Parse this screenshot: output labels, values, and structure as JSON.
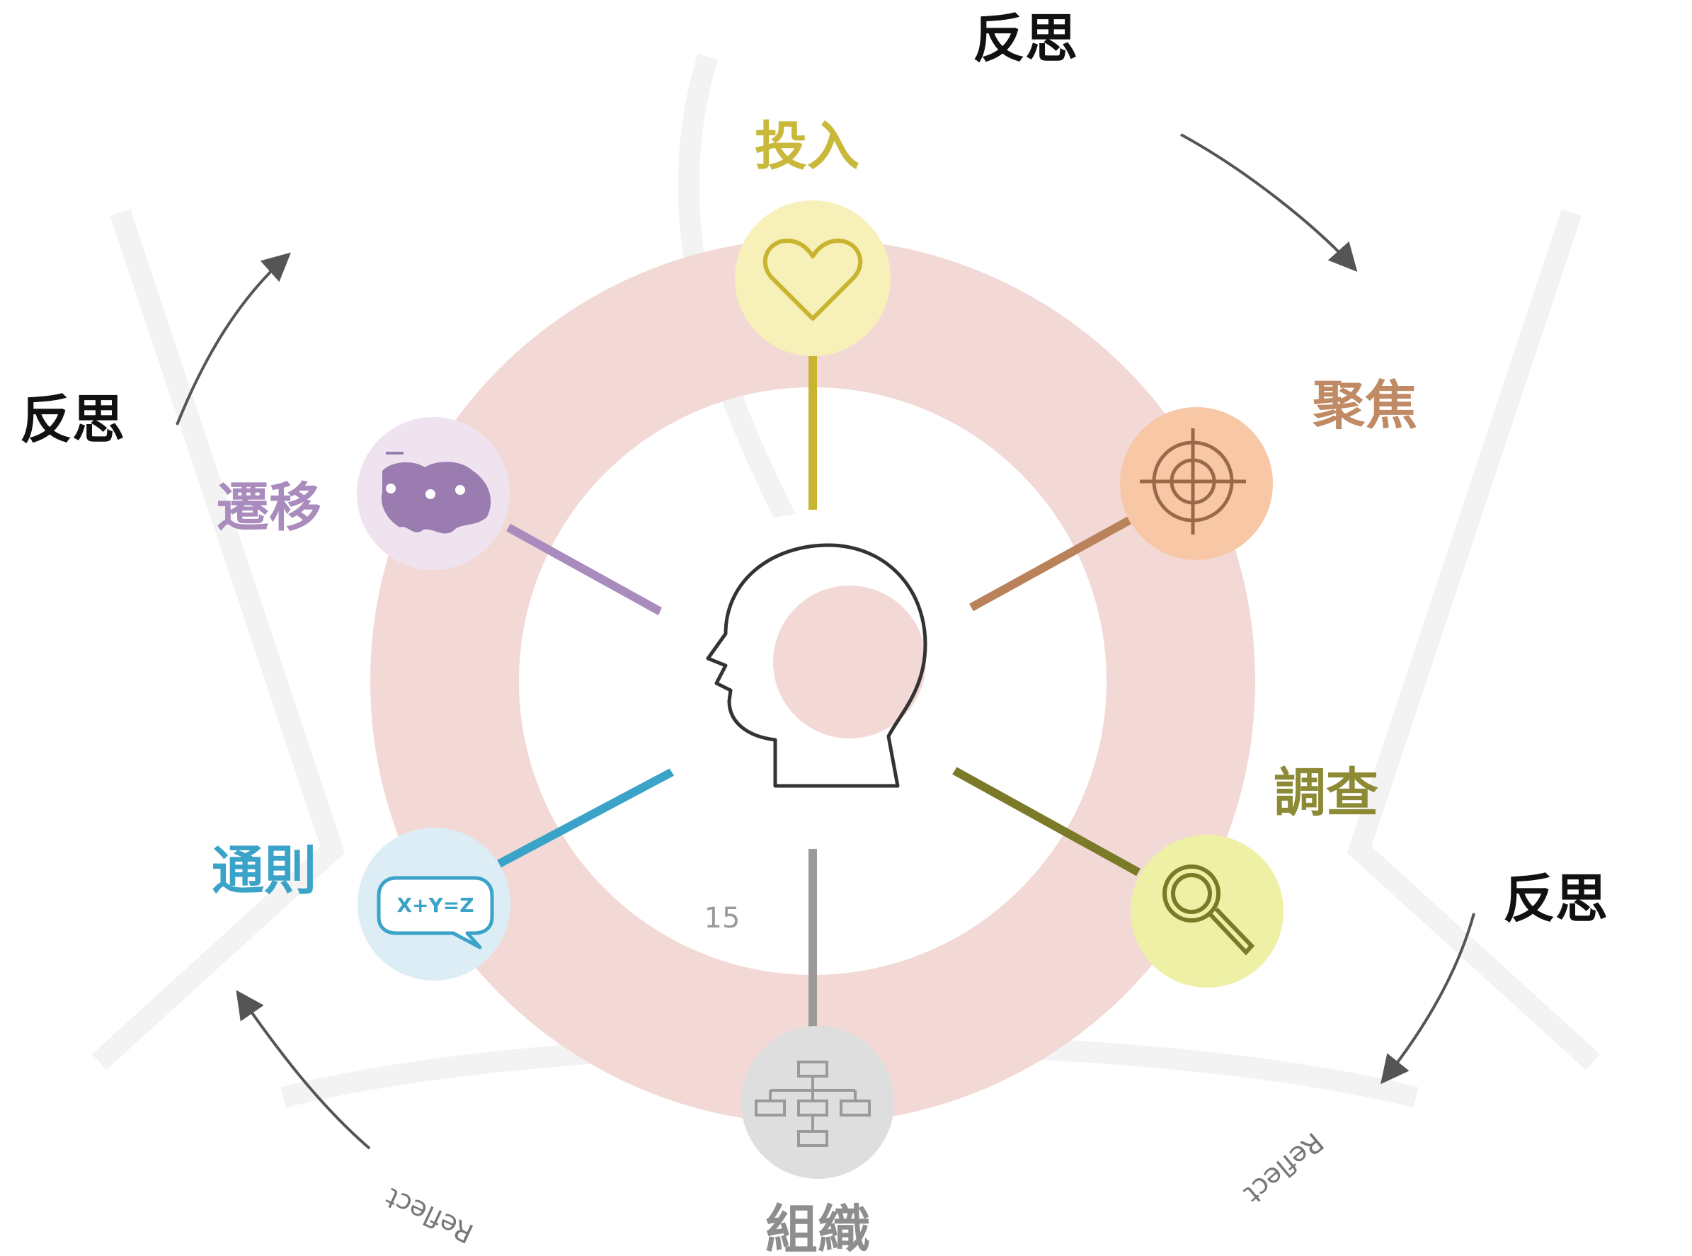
{
  "center": {
    "icon": "head-icon",
    "ring_color": "#f2d9d6"
  },
  "nodes": [
    {
      "id": "engage",
      "label": "投入",
      "icon": "heart-icon",
      "color": "#c9b83a",
      "fill": "#f7f0b8",
      "stroke": "#c8b42e"
    },
    {
      "id": "focus",
      "label": "聚焦",
      "icon": "target-icon",
      "color": "#c08a64",
      "fill": "#f7c7a6",
      "stroke": "#b9825a"
    },
    {
      "id": "investigate",
      "label": "調查",
      "icon": "magnifier-icon",
      "color": "#8c8a34",
      "fill": "#eef0a6",
      "stroke": "#8a8730"
    },
    {
      "id": "organize",
      "label": "組織",
      "icon": "org-chart-icon",
      "color": "#8e8e8e",
      "fill": "#dedede",
      "stroke": "#9a9a9a"
    },
    {
      "id": "generalize",
      "label": "通則",
      "icon": "formula-bubble-icon",
      "color": "#3aa3c7",
      "fill": "#dcedf5",
      "stroke": "#3aa3c7"
    },
    {
      "id": "transfer",
      "label": "遷移",
      "icon": "world-map-icon",
      "color": "#a98bbd",
      "fill": "#efe3ef",
      "stroke": "#a98bbd"
    }
  ],
  "formula_text": "X+Y=Z",
  "reflect_labels": [
    "反思",
    "反思",
    "反思"
  ],
  "reflect_english": [
    "Reflect",
    "Reflect"
  ],
  "page_number": "15"
}
